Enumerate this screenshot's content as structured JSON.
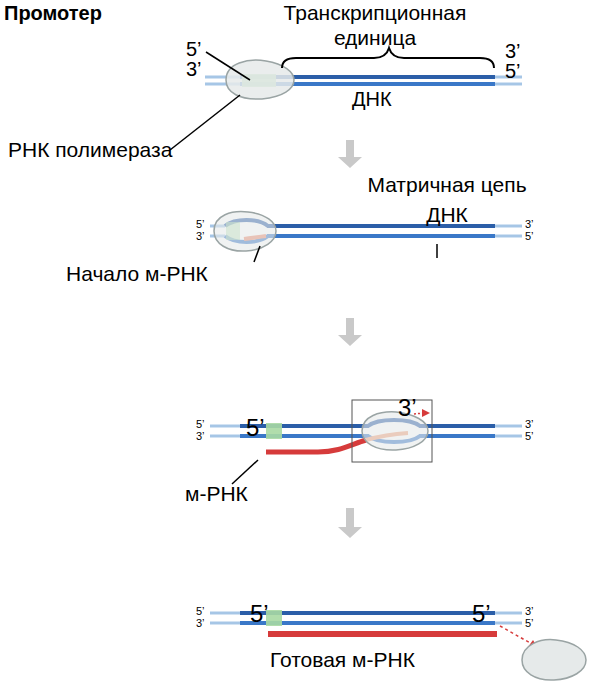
{
  "diagram": {
    "labels": [
      "Промотер",
      "Транскрипционная единица",
      "5’",
      "3’",
      "3’",
      "5’",
      "ДНК",
      "РНК полимераза",
      "Матричная цепь ДНК",
      "5’",
      "3’",
      "3’",
      "5’",
      "Начало м-РНК",
      "5’",
      "3’",
      "5’",
      "3’",
      "3’",
      "5’",
      "м-РНК",
      "5’",
      "3’",
      "5’",
      "5’",
      "3’",
      "5’",
      "Готовая м-РНК"
    ]
  }
}
